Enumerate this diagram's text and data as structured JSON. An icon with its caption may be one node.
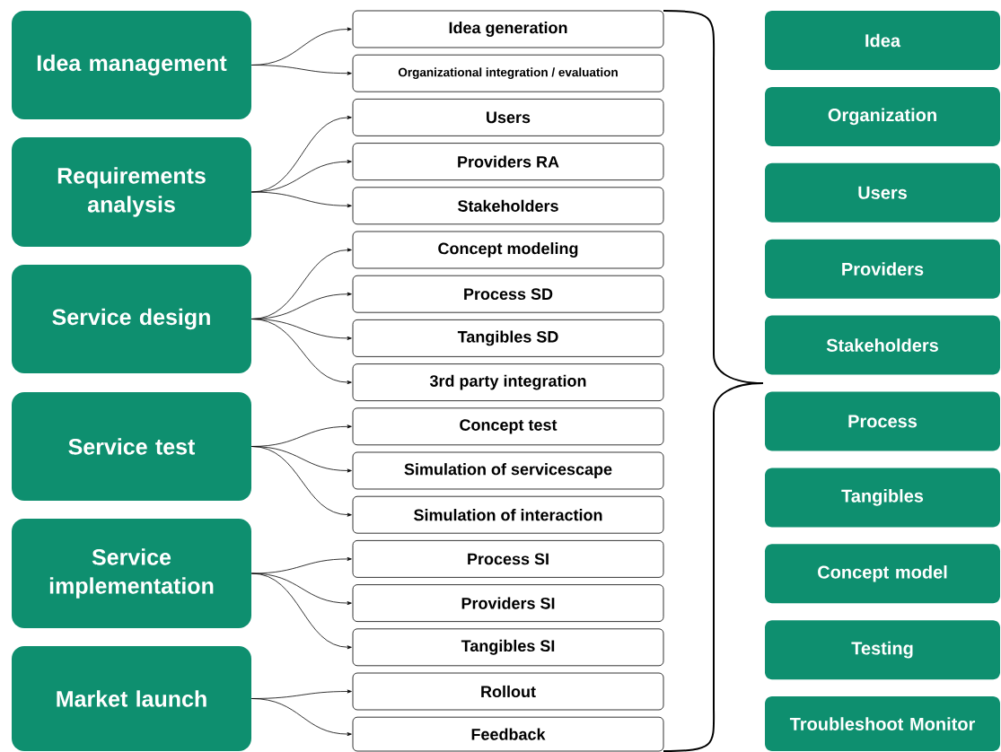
{
  "diagram": {
    "nodes": [
      {
        "text": [
          "Idea management"
        ]
      },
      {
        "text": [
          "Requirements analysis"
        ]
      },
      {
        "text": [
          "Service design"
        ]
      },
      {
        "text": [
          "Service test"
        ]
      },
      {
        "text": [
          "Service implementation"
        ]
      },
      {
        "text": [
          "Market launch"
        ]
      },
      {
        "text": [
          "Idea generation"
        ]
      },
      {
        "text": [
          "Organizational integration / evaluation"
        ]
      },
      {
        "text": [
          "Users"
        ]
      },
      {
        "text": [
          "Providers RA"
        ]
      },
      {
        "text": [
          "Stakeholders"
        ]
      },
      {
        "text": [
          "Concept modeling"
        ]
      },
      {
        "text": [
          "Process SD"
        ]
      },
      {
        "text": [
          "Tangibles SD"
        ]
      },
      {
        "text": [
          "3rd party integration"
        ]
      },
      {
        "text": [
          "Concept test"
        ]
      },
      {
        "text": [
          "Simulation of servicescape"
        ]
      },
      {
        "text": [
          "Simulation of interaction"
        ]
      },
      {
        "text": [
          "Process SI"
        ]
      },
      {
        "text": [
          "Providers SI"
        ]
      },
      {
        "text": [
          "Tangibles SI"
        ]
      },
      {
        "text": [
          "Rollout"
        ]
      },
      {
        "text": [
          "Feedback"
        ]
      },
      {
        "text": [
          "Idea"
        ]
      },
      {
        "text": [
          "Organization"
        ]
      },
      {
        "text": [
          "Users"
        ]
      },
      {
        "text": [
          "Providers"
        ]
      },
      {
        "text": [
          "Stakeholders"
        ]
      },
      {
        "text": [
          "Process"
        ]
      },
      {
        "text": [
          "Tangibles"
        ]
      },
      {
        "text": [
          "Concept model"
        ]
      },
      {
        "text": [
          "Testing"
        ]
      },
      {
        "text": [
          "Troubleshoot Monitor"
        ]
      }
    ],
    "edges": [
      {
        "from": 0,
        "to": 6,
        "arrow": "to"
      },
      {
        "from": 0,
        "to": 7,
        "arrow": "to"
      },
      {
        "from": 1,
        "to": 8,
        "arrow": "to"
      },
      {
        "from": 1,
        "to": 9,
        "arrow": "to"
      },
      {
        "from": 1,
        "to": 10,
        "arrow": "to"
      },
      {
        "from": 2,
        "to": 11,
        "arrow": "to"
      },
      {
        "from": 2,
        "to": 12,
        "arrow": "to"
      },
      {
        "from": 2,
        "to": 13,
        "arrow": "to"
      },
      {
        "from": 2,
        "to": 14,
        "arrow": "to"
      },
      {
        "from": 3,
        "to": 15,
        "arrow": "to"
      },
      {
        "from": 3,
        "to": 16,
        "arrow": "to"
      },
      {
        "from": 3,
        "to": 17,
        "arrow": "to"
      },
      {
        "from": 4,
        "to": 18,
        "arrow": "to"
      },
      {
        "from": 4,
        "to": 19,
        "arrow": "to"
      },
      {
        "from": 4,
        "to": 20,
        "arrow": "to"
      },
      {
        "from": 5,
        "to": 21,
        "arrow": "to"
      },
      {
        "from": 5,
        "to": 22,
        "arrow": "to"
      }
    ]
  }
}
